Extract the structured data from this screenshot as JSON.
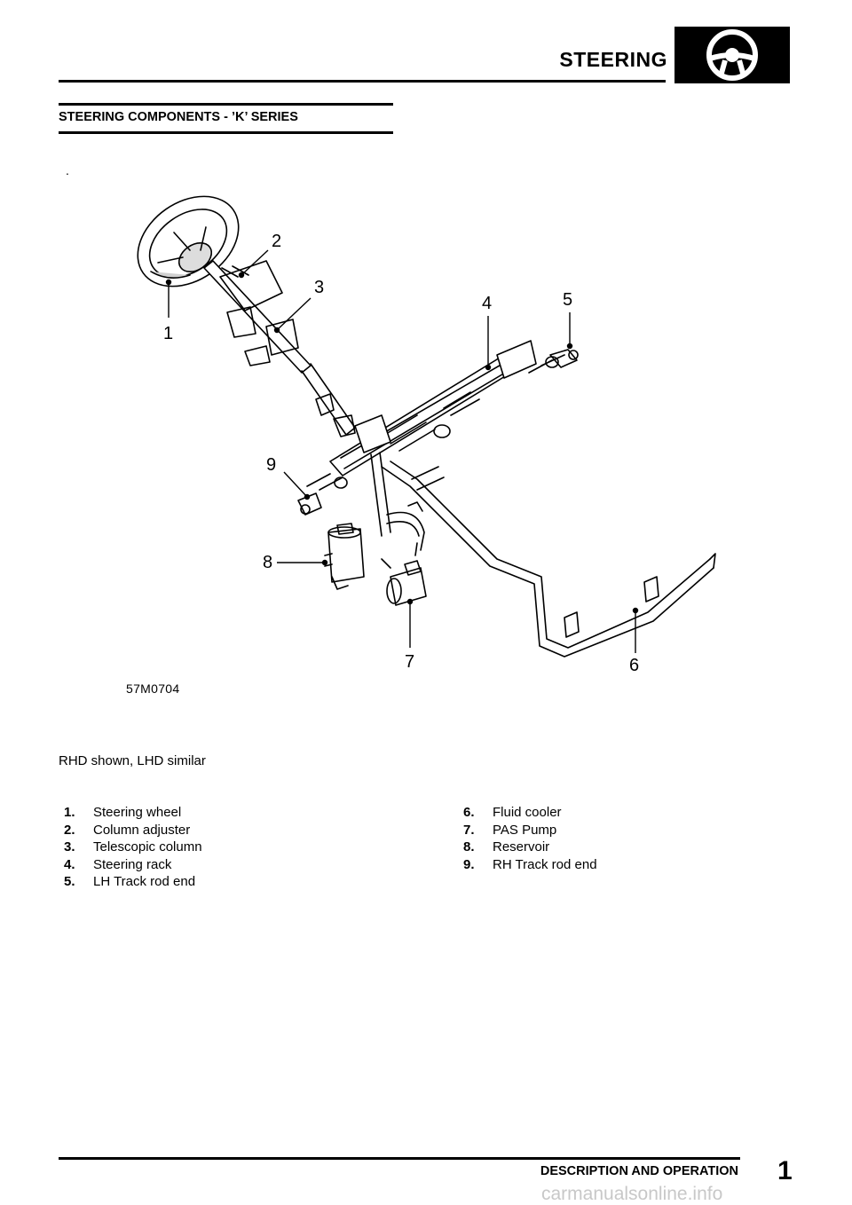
{
  "header": {
    "title": "STEERING",
    "icon": "steering-wheel-icon"
  },
  "section": {
    "title": "STEERING COMPONENTS - ’K’ SERIES"
  },
  "stray_mark": ".",
  "diagram": {
    "callouts": [
      "1",
      "2",
      "3",
      "4",
      "5",
      "6",
      "7",
      "8",
      "9"
    ],
    "figure_ref": "57M0704"
  },
  "caption": "RHD shown, LHD similar",
  "legend": {
    "left": [
      {
        "num": "1.",
        "label": "Steering wheel"
      },
      {
        "num": "2.",
        "label": "Column adjuster"
      },
      {
        "num": "3.",
        "label": "Telescopic column"
      },
      {
        "num": "4.",
        "label": "Steering rack"
      },
      {
        "num": "5.",
        "label": "LH Track rod end"
      }
    ],
    "right": [
      {
        "num": "6.",
        "label": "Fluid cooler"
      },
      {
        "num": "7.",
        "label": "PAS Pump"
      },
      {
        "num": "8.",
        "label": "Reservoir"
      },
      {
        "num": "9.",
        "label": "RH Track rod end"
      }
    ]
  },
  "footer": {
    "section": "DESCRIPTION AND OPERATION",
    "page": "1"
  },
  "watermark": "carmanualsonline.info"
}
